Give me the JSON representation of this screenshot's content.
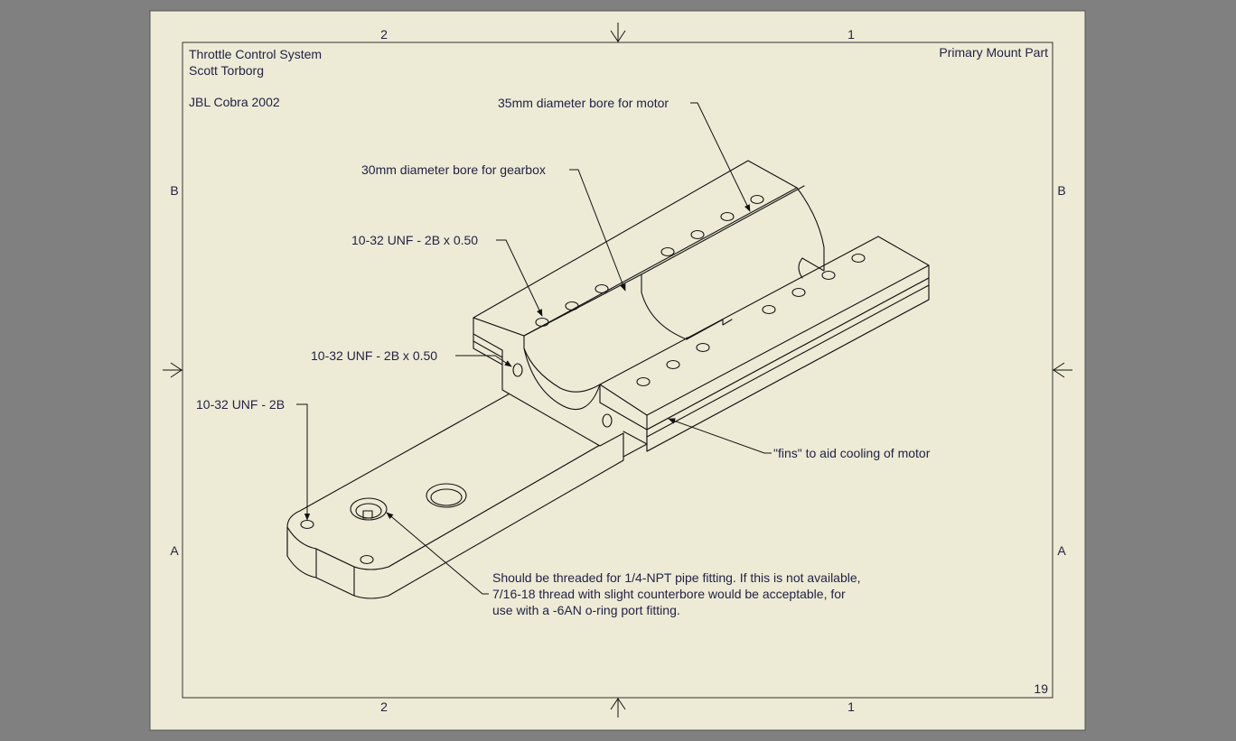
{
  "sheet": {
    "title_lines": [
      "Throttle Control System",
      "Scott Torborg"
    ],
    "vehicle": "JBL Cobra 2002",
    "part_name": "Primary Mount Part",
    "page_number": "19",
    "zone_columns": [
      "2",
      "1"
    ],
    "zone_rows": [
      "B",
      "A"
    ]
  },
  "callouts": {
    "motor_bore": "35mm diameter bore for motor",
    "gearbox_bore": "30mm diameter bore for gearbox",
    "thread_top": "10-32 UNF - 2B x 0.50",
    "thread_side": "10-32 UNF - 2B x 0.50",
    "thread_base": "10-32 UNF - 2B",
    "fins": "\"fins\" to aid cooling of motor",
    "fitting_note": [
      "Should be threaded for 1/4-NPT pipe fitting. If this is not available,",
      "7/16-18 thread with slight counterbore would be acceptable, for",
      "use with a -6AN o-ring port fitting."
    ]
  },
  "colors": {
    "background": "#808080",
    "paper": "#EDEBD6",
    "ink": "#222244",
    "line": "#111111"
  }
}
